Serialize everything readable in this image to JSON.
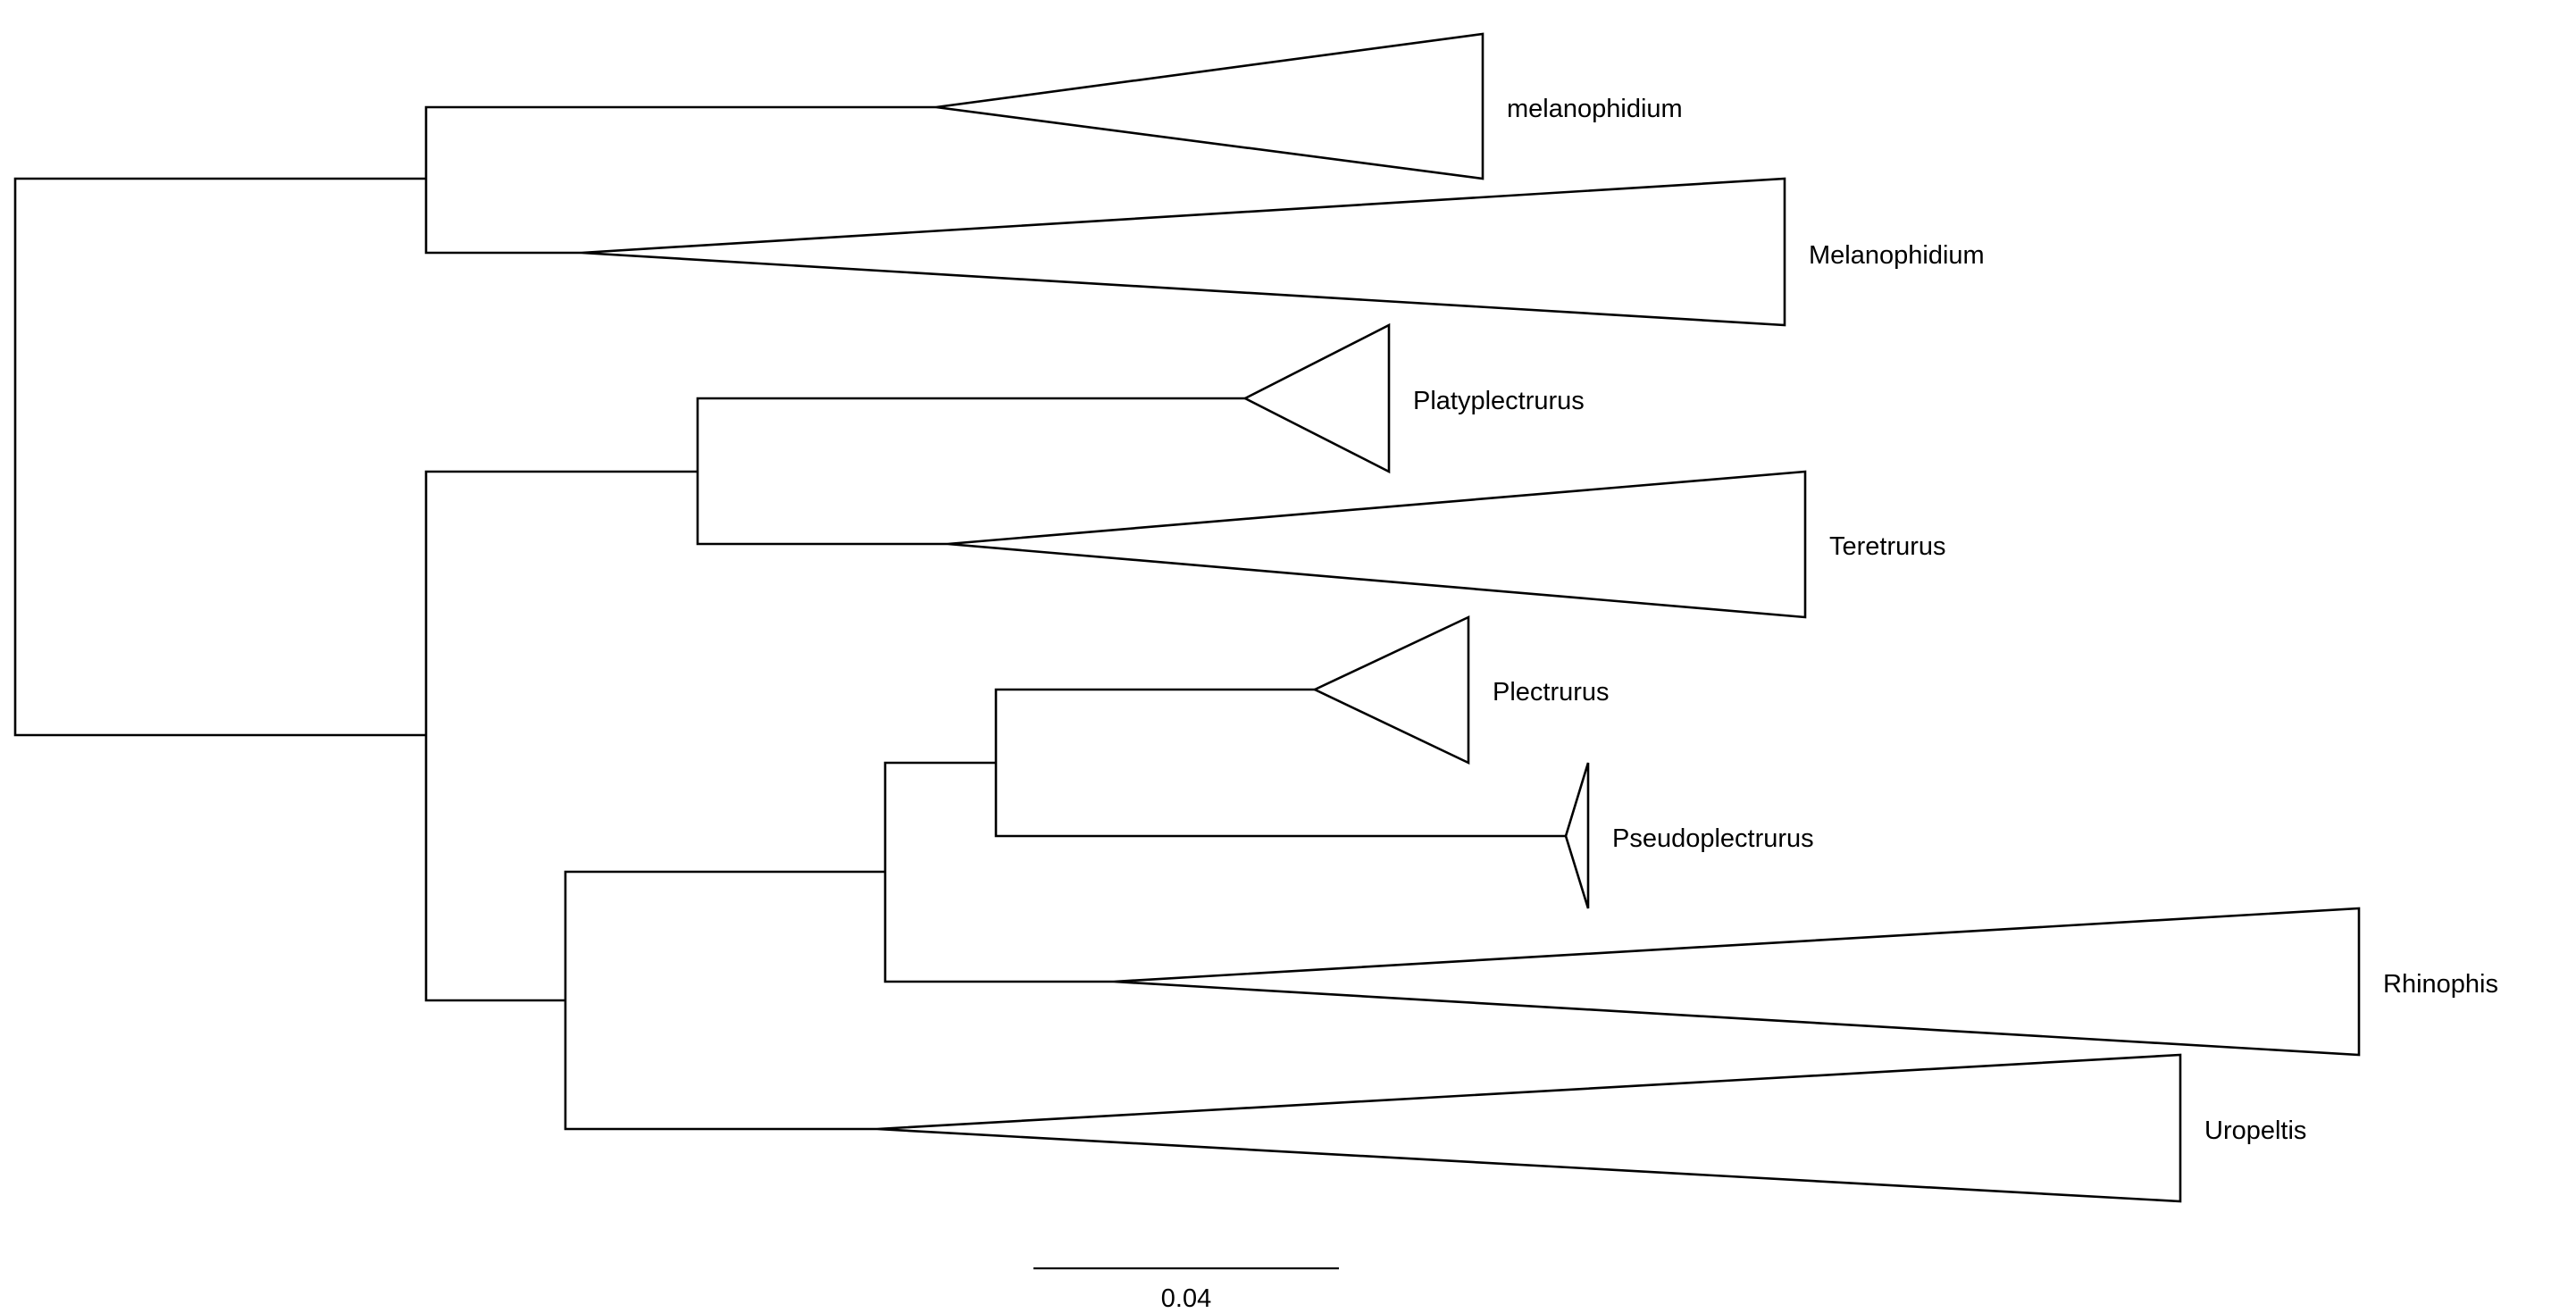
{
  "tree": {
    "clades": [
      {
        "id": "melanophidium_lower",
        "label": "melanophidium"
      },
      {
        "id": "melanophidium_upper",
        "label": "Melanophidium"
      },
      {
        "id": "platyplectrurus",
        "label": "Platyplectrurus"
      },
      {
        "id": "teretrurus",
        "label": "Teretrurus"
      },
      {
        "id": "plectrurus",
        "label": "Plectrurus"
      },
      {
        "id": "pseudoplectrurus",
        "label": "Pseudoplectrurus"
      },
      {
        "id": "rhinophis",
        "label": "Rhinophis"
      },
      {
        "id": "uropeltis",
        "label": "Uropeltis"
      }
    ],
    "scale_bar": {
      "value": 0.04,
      "label": "0.04"
    },
    "colors": {
      "line": "#000000",
      "background": "#ffffff"
    }
  }
}
